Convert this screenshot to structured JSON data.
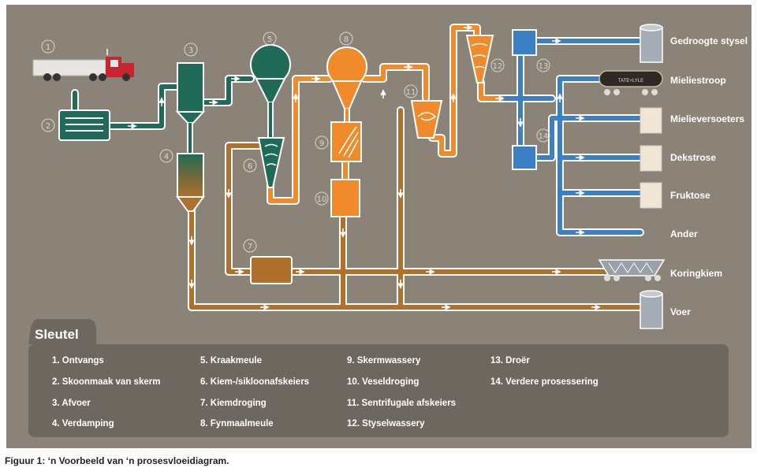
{
  "colors": {
    "background": "#8c8378",
    "green": "#1f6b57",
    "orange": "#f08a2a",
    "brown": "#b16f2c",
    "blue": "#3b7fc4",
    "pipe_outline": "#ffffff",
    "key_panel": "#6e675f"
  },
  "stage_numbers": [
    "1",
    "2",
    "3",
    "4",
    "5",
    "6",
    "7",
    "8",
    "9",
    "10",
    "11",
    "12",
    "13",
    "14"
  ],
  "icons": [
    "truck-icon",
    "screen-cleaner-icon",
    "tank-car-icon",
    "bag-icon",
    "silo-icon",
    "hopper-car-icon"
  ],
  "tank_car_label": "TATE+LYLE",
  "outputs": [
    "Gedroogte stysel",
    "Mieliestroop",
    "Mielieversoeters",
    "Dekstrose",
    "Fruktose",
    "Ander",
    "Koringkiem",
    "Voer"
  ],
  "key": {
    "title": "Sleutel",
    "items": [
      "1.  Ontvangs",
      "2.  Skoonmaak van skerm",
      "3.  Afvoer",
      "4.  Verdamping",
      "5.  Kraakmeule",
      "6.  Kiem-/sikloonafskeiers",
      "7.  Kiemdroging",
      "8.  Fynmaalmeule",
      "9.  Skermwassery",
      "10. Veseldroging",
      "11. Sentrifugale afskeiers",
      "12. Styselwassery",
      "13. Droër",
      "14. Verdere prosessering"
    ]
  },
  "caption": "Figuur 1: ‘n Voorbeeld van ‘n prosesvloeidiagram."
}
